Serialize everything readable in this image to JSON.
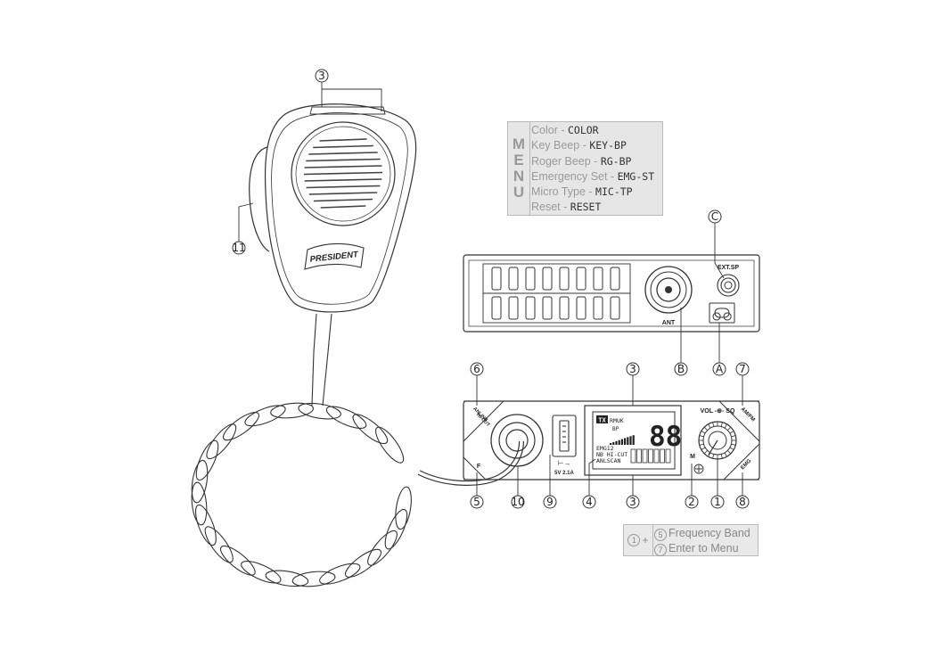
{
  "callouts": {
    "c3_top": "3",
    "c11": "11",
    "cC": "C",
    "cB": "B",
    "cA": "A",
    "c6": "6",
    "c3_mid": "3",
    "c7": "7",
    "c5": "5",
    "c10": "10",
    "c9": "9",
    "c4": "4",
    "c3_bot": "3",
    "c2": "2",
    "c1": "1",
    "c8": "8"
  },
  "microphone": {
    "brand": "PRESIDENT"
  },
  "rear_panel": {
    "ant_label": "ANT",
    "ext_sp_label": "EXT.SP"
  },
  "front_panel": {
    "anl_nb_line1": "ANL/NB",
    "anl_nb_line2": "HI-CUT",
    "f_label": "F",
    "usb_label": "5V 2.1A",
    "vol_sq_label": "VOL -⊕- SQ",
    "m_label": "M",
    "am_fm_label": "AM/FM",
    "emg_label": "EMG",
    "lcd": {
      "tx": "TX",
      "modes": "RMUK",
      "bp": "BP",
      "channel": "88",
      "emg_line": "EMG12",
      "nb_line": "NB HI-CUT",
      "anl_line": "ANLSCAN"
    }
  },
  "menu": {
    "letters": [
      "M",
      "E",
      "N",
      "U"
    ],
    "items": [
      {
        "label": "Color - ",
        "code": "COLOR"
      },
      {
        "label": "Key Beep - ",
        "code": "KEY-BP"
      },
      {
        "label": "Roger Beep - ",
        "code": "RG-BP"
      },
      {
        "label": "Emergency Set - ",
        "code": "EMG-ST"
      },
      {
        "label": "Micro Type - ",
        "code": "MIC-TP"
      },
      {
        "label": "Reset - ",
        "code": "RESET"
      }
    ]
  },
  "hint": {
    "key": "1",
    "plus": "+",
    "lines": [
      {
        "num": "5",
        "text": "Frequency Band"
      },
      {
        "num": "7",
        "text": "Enter to Menu"
      }
    ]
  }
}
